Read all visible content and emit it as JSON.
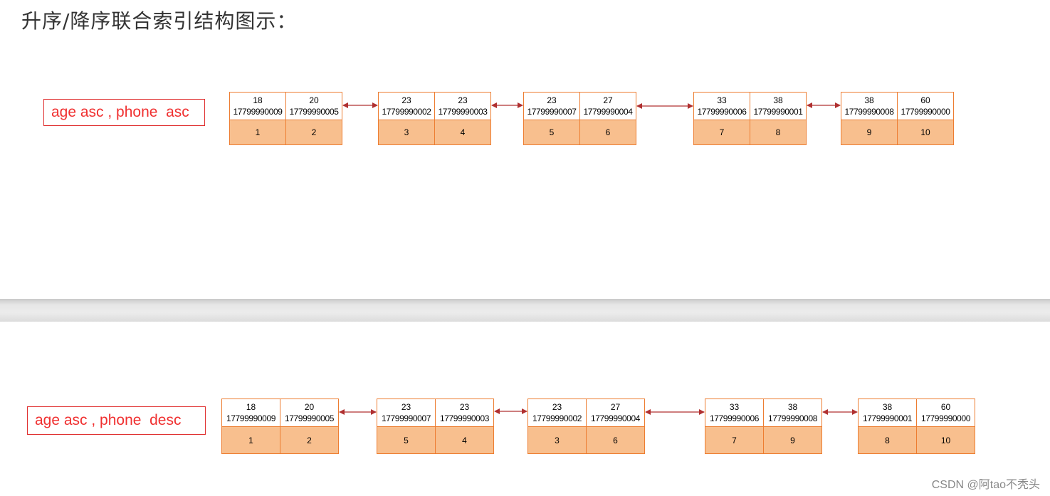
{
  "title": "升序/降序联合索引结构图示：",
  "watermark": "CSDN @阿tao不秃头",
  "colors": {
    "label_border": "#e03030",
    "label_text": "#f03030",
    "cell_border": "#ed7d31",
    "pk_fill": "#f8bf8e",
    "arrow": "#b03030"
  },
  "diagrams": [
    {
      "label": "age asc , phone  asc",
      "pages": [
        [
          {
            "age": "18",
            "phone": "17799990009",
            "id": "1"
          },
          {
            "age": "20",
            "phone": "17799990005",
            "id": "2"
          }
        ],
        [
          {
            "age": "23",
            "phone": "17799990002",
            "id": "3"
          },
          {
            "age": "23",
            "phone": "17799990003",
            "id": "4"
          }
        ],
        [
          {
            "age": "23",
            "phone": "17799990007",
            "id": "5"
          },
          {
            "age": "27",
            "phone": "17799990004",
            "id": "6"
          }
        ],
        [
          {
            "age": "33",
            "phone": "17799990006",
            "id": "7"
          },
          {
            "age": "38",
            "phone": "17799990001",
            "id": "8"
          }
        ],
        [
          {
            "age": "38",
            "phone": "17799990008",
            "id": "9"
          },
          {
            "age": "60",
            "phone": "17799990000",
            "id": "10"
          }
        ]
      ]
    },
    {
      "label": "age asc , phone  desc",
      "pages": [
        [
          {
            "age": "18",
            "phone": "17799990009",
            "id": "1"
          },
          {
            "age": "20",
            "phone": "17799990005",
            "id": "2"
          }
        ],
        [
          {
            "age": "23",
            "phone": "17799990007",
            "id": "5"
          },
          {
            "age": "23",
            "phone": "17799990003",
            "id": "4"
          }
        ],
        [
          {
            "age": "23",
            "phone": "17799990002",
            "id": "3"
          },
          {
            "age": "27",
            "phone": "17799990004",
            "id": "6"
          }
        ],
        [
          {
            "age": "33",
            "phone": "17799990006",
            "id": "7"
          },
          {
            "age": "38",
            "phone": "17799990008",
            "id": "9"
          }
        ],
        [
          {
            "age": "38",
            "phone": "17799990001",
            "id": "8"
          },
          {
            "age": "60",
            "phone": "17799990000",
            "id": "10"
          }
        ]
      ]
    }
  ]
}
